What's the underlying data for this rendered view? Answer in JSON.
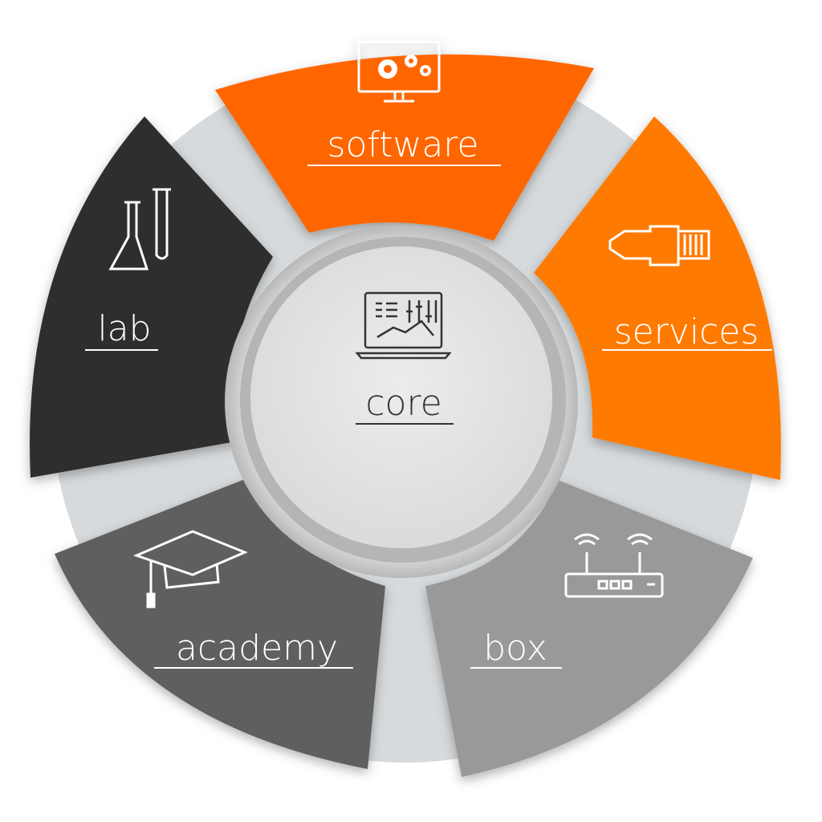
{
  "center": {
    "label": "core",
    "icon": "laptop-dashboard-icon"
  },
  "segments": [
    {
      "id": "software",
      "label": "software",
      "icon": "monitor-gears-icon",
      "color": "#ff6600"
    },
    {
      "id": "services",
      "label": "services",
      "icon": "ethernet-plug-icon",
      "color": "#ff7a00"
    },
    {
      "id": "box",
      "label": "box",
      "icon": "router-icon",
      "color": "#999999"
    },
    {
      "id": "academy",
      "label": "academy",
      "icon": "graduation-cap-icon",
      "color": "#5e5e5e"
    },
    {
      "id": "lab",
      "label": "lab",
      "icon": "lab-flask-icon",
      "color": "#2e2e2e"
    }
  ],
  "colors": {
    "ring": "#d7dadc",
    "center_fill": "#e4e4e4",
    "text_light": "#ffffff",
    "text_dark": "#333333"
  }
}
